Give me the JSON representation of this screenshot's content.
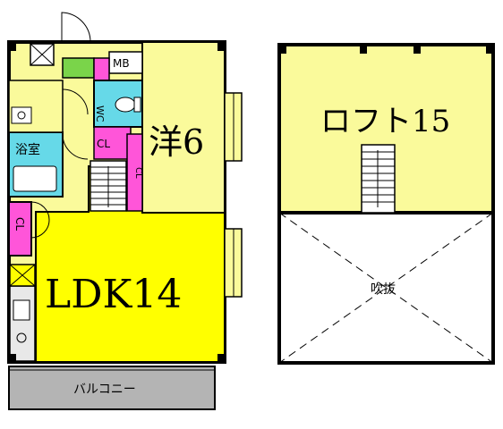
{
  "floor1": {
    "rooms": {
      "ldk": "LDK14",
      "western": "洋6",
      "bath": "浴室",
      "wc": "WC",
      "mb": "MB",
      "cl_hall": "CL",
      "cl_stair": "CL",
      "cl_left": "CL",
      "balcony": "バルコニー"
    }
  },
  "floor2": {
    "rooms": {
      "loft": "ロフト15",
      "void": "吹抜"
    }
  },
  "colors": {
    "ldk": "#ffff00",
    "room": "#fafa9b",
    "bath": "#66d9e8",
    "closet": "#ff55d9",
    "entrance": "#7ad44a",
    "balcony": "#b4b4b4",
    "wall": "#000000",
    "void": "#ffffff"
  }
}
